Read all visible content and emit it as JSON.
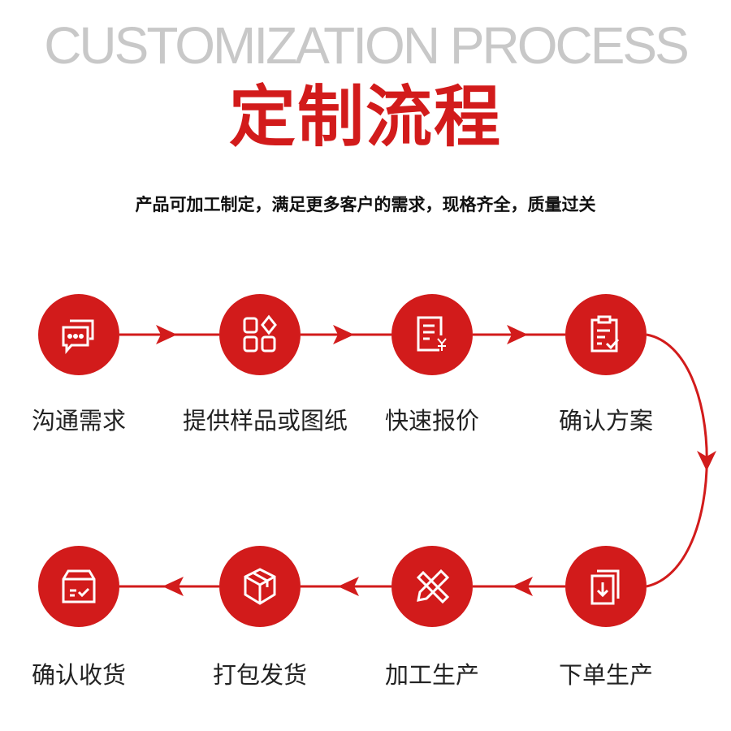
{
  "header": {
    "title_en": "CUSTOMIZATION PROCESS",
    "title_cn": "定制流程",
    "subtitle": "产品可加工制定，满足更多客户的需求，现格齐全，质量过关"
  },
  "colors": {
    "accent": "#d21b1b",
    "watermark": "#c8c8c8"
  },
  "steps": [
    {
      "label": "沟通需求",
      "icon": "chat-bubbles-icon"
    },
    {
      "label": "提供样品或图纸",
      "icon": "app-grid-icon"
    },
    {
      "label": "快速报价",
      "icon": "price-document-icon"
    },
    {
      "label": "确认方案",
      "icon": "clipboard-check-icon"
    },
    {
      "label": "下单生产",
      "icon": "document-download-icon"
    },
    {
      "label": "加工生产",
      "icon": "pencil-ruler-icon"
    },
    {
      "label": "打包发货",
      "icon": "package-box-icon"
    },
    {
      "label": "确认收货",
      "icon": "inbox-check-icon"
    }
  ]
}
